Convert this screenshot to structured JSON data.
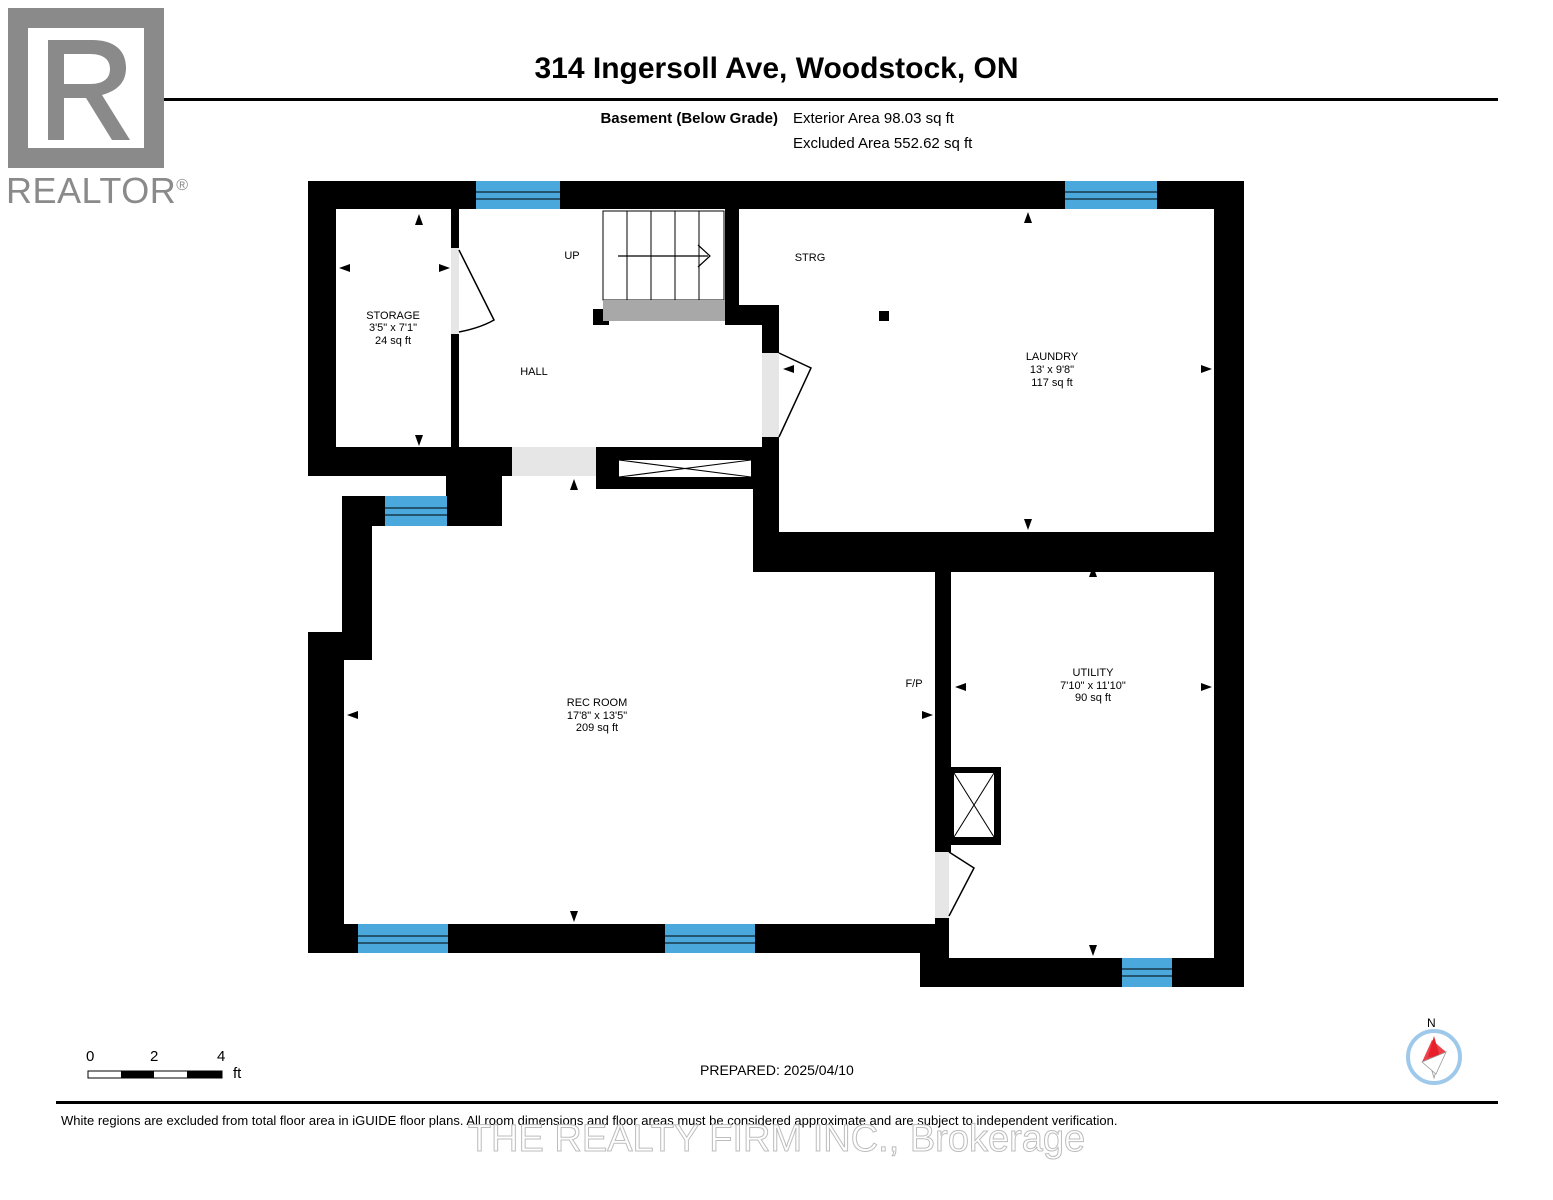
{
  "header": {
    "title": "314 Ingersoll Ave, Woodstock, ON",
    "floor_label": "Basement (Below Grade)",
    "exterior_area": "Exterior Area 98.03 sq ft",
    "excluded_area": "Excluded Area 552.62 sq ft"
  },
  "logo": {
    "letter": "R",
    "text": "REALTOR",
    "mark": "®",
    "color": "#8a8a8a"
  },
  "rooms": {
    "storage": {
      "name": "STORAGE",
      "dims": "3'5\" x 7'1\"",
      "area": "24 sq ft"
    },
    "hall": {
      "name": "HALL"
    },
    "laundry": {
      "name": "LAUNDRY",
      "dims": "13' x 9'8\"",
      "area": "117 sq ft"
    },
    "rec_room": {
      "name": "REC ROOM",
      "dims": "17'8\" x 13'5\"",
      "area": "209 sq ft"
    },
    "utility": {
      "name": "UTILITY",
      "dims": "7'10\" x 11'10\"",
      "area": "90 sq ft"
    }
  },
  "labels": {
    "up": "UP",
    "strg": "STRG",
    "fp": "F/P"
  },
  "scale": {
    "ticks": [
      "0",
      "2",
      "4"
    ],
    "unit": "ft"
  },
  "compass": {
    "north": "N"
  },
  "footer": {
    "prepared": "PREPARED: 2025/04/10",
    "disclaimer": "White regions are excluded from total floor area in iGUIDE floor plans. All room dimensions and floor areas must be considered approximate and are subject to independent verification.",
    "watermark": "THE REALTY FIRM INC., Brokerage"
  },
  "colors": {
    "wall": "#000000",
    "window": "#4aa8dd",
    "door_gap": "#e6e6e6",
    "stair_landing": "#a8a8a8",
    "compass_needle": "#e8202a",
    "compass_ring": "#9fc9ea"
  }
}
